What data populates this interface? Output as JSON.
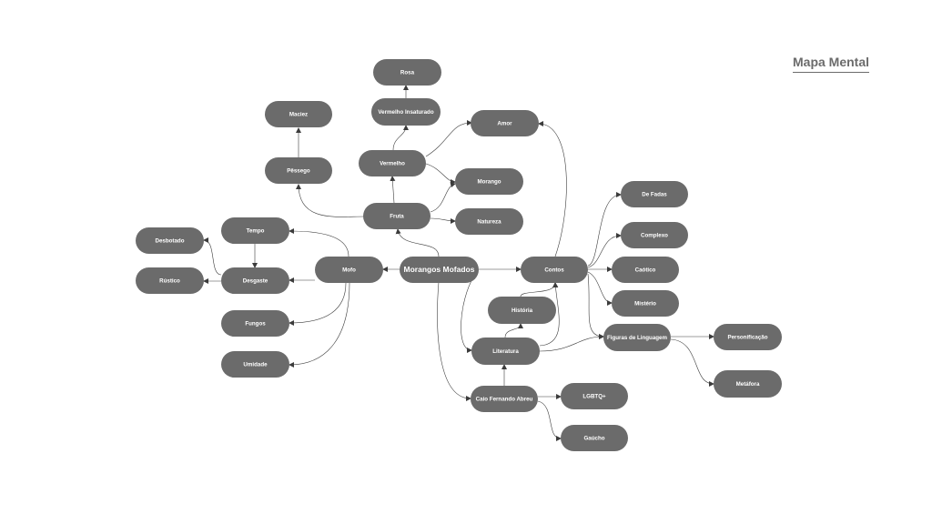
{
  "title": "Mapa Mental",
  "colors": {
    "node": "#6b6b6b",
    "edge": "#3c3c3c",
    "text": "#ffffff",
    "title": "#6b6b6b"
  },
  "nodes": {
    "root": "Morangos Mofados",
    "mofo": "Mofo",
    "tempo": "Tempo",
    "desgaste": "Desgaste",
    "desbotado": "Desbotado",
    "rustico": "Rústico",
    "fungos": "Fungos",
    "umidade": "Umidade",
    "fruta": "Fruta",
    "pessego": "Pêssego",
    "maciez": "Maciez",
    "vermelho": "Vermelho",
    "vermelho_insaturado": "Vermelho Insaturado",
    "rosa": "Rosa",
    "amor": "Amor",
    "morango": "Morango",
    "natureza": "Natureza",
    "contos": "Contos",
    "de_fadas": "De Fadas",
    "complexo": "Complexo",
    "caotico": "Caótico",
    "misterio": "Mistério",
    "figuras": "Figuras de Linguagem",
    "personificacao": "Personificação",
    "metafora": "Metáfora",
    "historia": "História",
    "literatura": "Literatura",
    "caio": "Caio Fernando Abreu",
    "lgbtq": "LGBTQ+",
    "gaucho": "Gaúcho"
  }
}
